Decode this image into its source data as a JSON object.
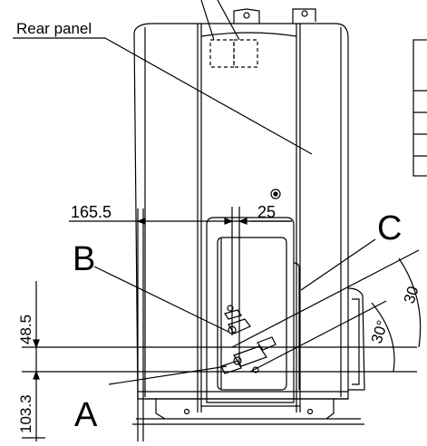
{
  "labels": {
    "rear_panel": "Rear panel",
    "callout_a": "A",
    "callout_b": "B",
    "callout_c": "C"
  },
  "dimensions": {
    "horizontal_1": "165.5",
    "horizontal_2": "25",
    "vertical_upper": "48.5",
    "vertical_lower": "103.3"
  },
  "angles": {
    "inner": "30°",
    "outer_partial": "30"
  },
  "colors": {
    "line": "#000000",
    "background": "#ffffff"
  }
}
